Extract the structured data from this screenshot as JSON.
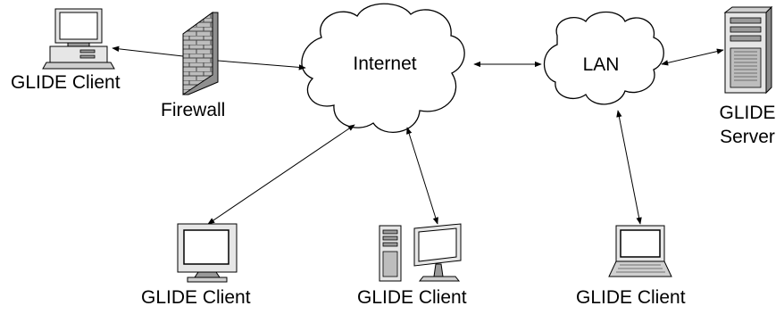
{
  "diagram": {
    "nodes": {
      "internet": {
        "label": "Internet"
      },
      "lan": {
        "label": "LAN"
      },
      "firewall": {
        "label": "Firewall"
      },
      "client_top_left": {
        "label": "GLIDE Client"
      },
      "client_bottom_left": {
        "label": "GLIDE Client"
      },
      "client_bottom_middle": {
        "label": "GLIDE Client"
      },
      "client_bottom_right": {
        "label": "GLIDE Client"
      },
      "server": {
        "label_line1": "GLIDE",
        "label_line2": "Server"
      }
    },
    "connections": [
      {
        "from": "client_top_left",
        "to": "internet",
        "via": "firewall",
        "arrows": "both"
      },
      {
        "from": "internet",
        "to": "lan",
        "arrows": "both"
      },
      {
        "from": "lan",
        "to": "server",
        "arrows": "both"
      },
      {
        "from": "internet",
        "to": "client_bottom_left",
        "arrows": "both"
      },
      {
        "from": "internet",
        "to": "client_bottom_middle",
        "arrows": "both"
      },
      {
        "from": "lan",
        "to": "client_bottom_right",
        "arrows": "both"
      }
    ],
    "icons": {
      "client_top_left": "desktop-computer-icon",
      "firewall": "brick-wall-icon",
      "client_bottom_left": "crt-monitor-icon",
      "client_bottom_middle": "tower-and-flat-monitor-icon",
      "client_bottom_right": "laptop-icon",
      "server": "server-tower-icon"
    },
    "colors": {
      "line": "#000000",
      "background": "#ffffff",
      "device_fill": "#e6e6e6",
      "device_dark": "#9a9a9a",
      "screen": "#ffffff"
    }
  }
}
